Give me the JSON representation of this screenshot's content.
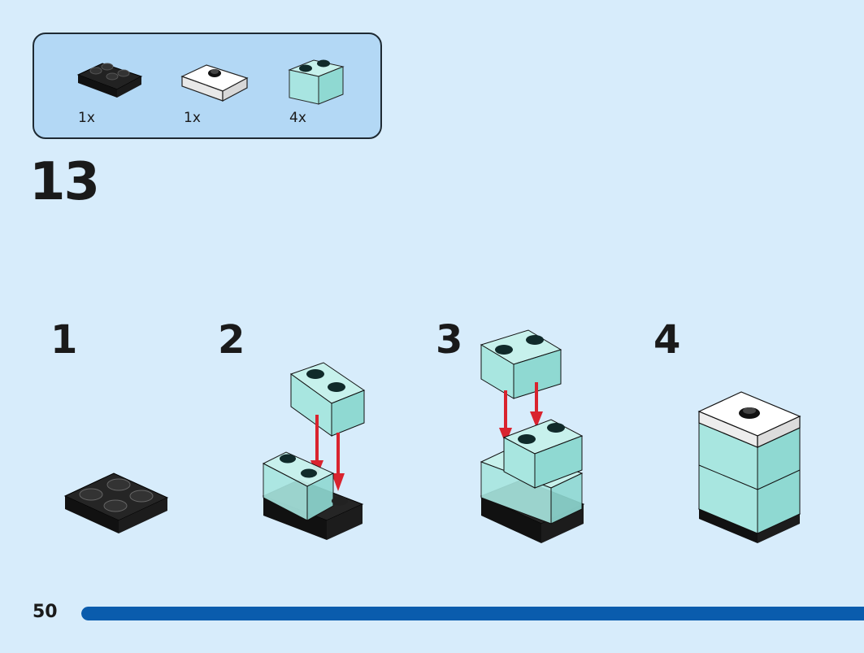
{
  "page_number": "50",
  "step_number": "13",
  "parts": [
    {
      "name": "2x2 black plate",
      "quantity": "1x",
      "color": "#1b1b1b"
    },
    {
      "name": "2x2 white tile with center stud",
      "quantity": "1x",
      "color": "#ffffff"
    },
    {
      "name": "1x2 trans-light-blue brick",
      "quantity": "4x",
      "color": "#a8e6e0"
    }
  ],
  "substeps": [
    {
      "label": "1"
    },
    {
      "label": "2"
    },
    {
      "label": "3"
    },
    {
      "label": "4"
    }
  ],
  "progress": {
    "fraction": 1.0,
    "color": "#0a5cad"
  },
  "colors": {
    "background": "#d7ecfb",
    "parts_box": "#b3d8f5",
    "arrow": "#d9232e",
    "trans_brick": "#a8e6e0"
  }
}
